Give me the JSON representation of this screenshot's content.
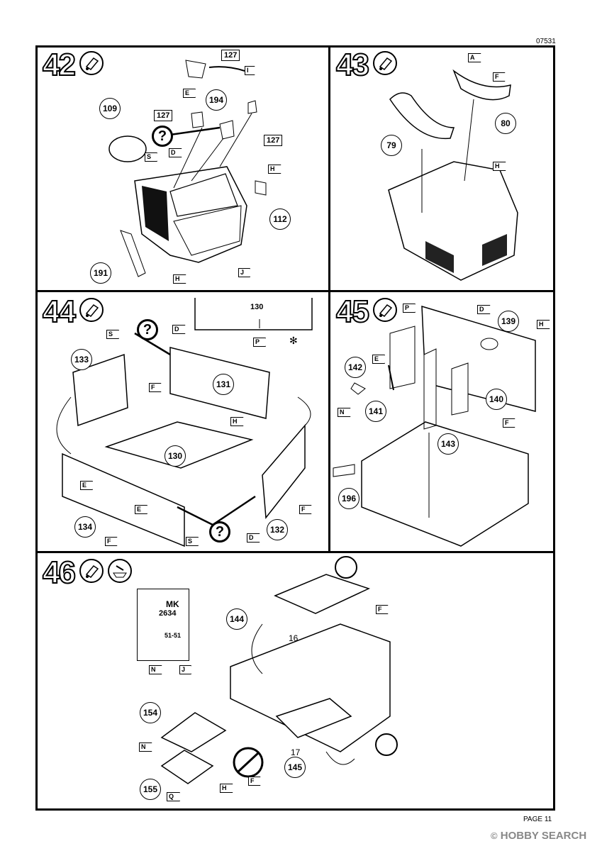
{
  "doc_code": "07531",
  "page_label": "PAGE 11",
  "watermark": "HOBBY SEARCH",
  "steps": [
    {
      "number": "42",
      "callouts": [
        "127",
        "127",
        "127",
        "194",
        "109",
        "112",
        "191"
      ],
      "flags": [
        "I",
        "E",
        "S",
        "D",
        "H",
        "J",
        "H"
      ]
    },
    {
      "number": "43",
      "callouts": [
        "79",
        "80"
      ],
      "flags": [
        "A",
        "F",
        "H"
      ]
    },
    {
      "number": "44",
      "callouts": [
        "130",
        "133",
        "131",
        "130",
        "134",
        "132"
      ],
      "flags": [
        "S",
        "D",
        "P",
        "F",
        "H",
        "E",
        "E",
        "F",
        "S",
        "D",
        "F"
      ],
      "note": "✻"
    },
    {
      "number": "45",
      "callouts": [
        "139",
        "142",
        "141",
        "143",
        "140",
        "196"
      ],
      "flags": [
        "P",
        "D",
        "H",
        "E",
        "N",
        "F"
      ]
    },
    {
      "number": "46",
      "callouts": [
        "144",
        "145",
        "154",
        "155"
      ],
      "labels": [
        "16",
        "17"
      ],
      "flags": [
        "F",
        "N",
        "J",
        "N",
        "F",
        "H",
        "Q"
      ]
    }
  ],
  "decal_sheet_text": [
    "MK",
    "2634",
    "51-51"
  ]
}
